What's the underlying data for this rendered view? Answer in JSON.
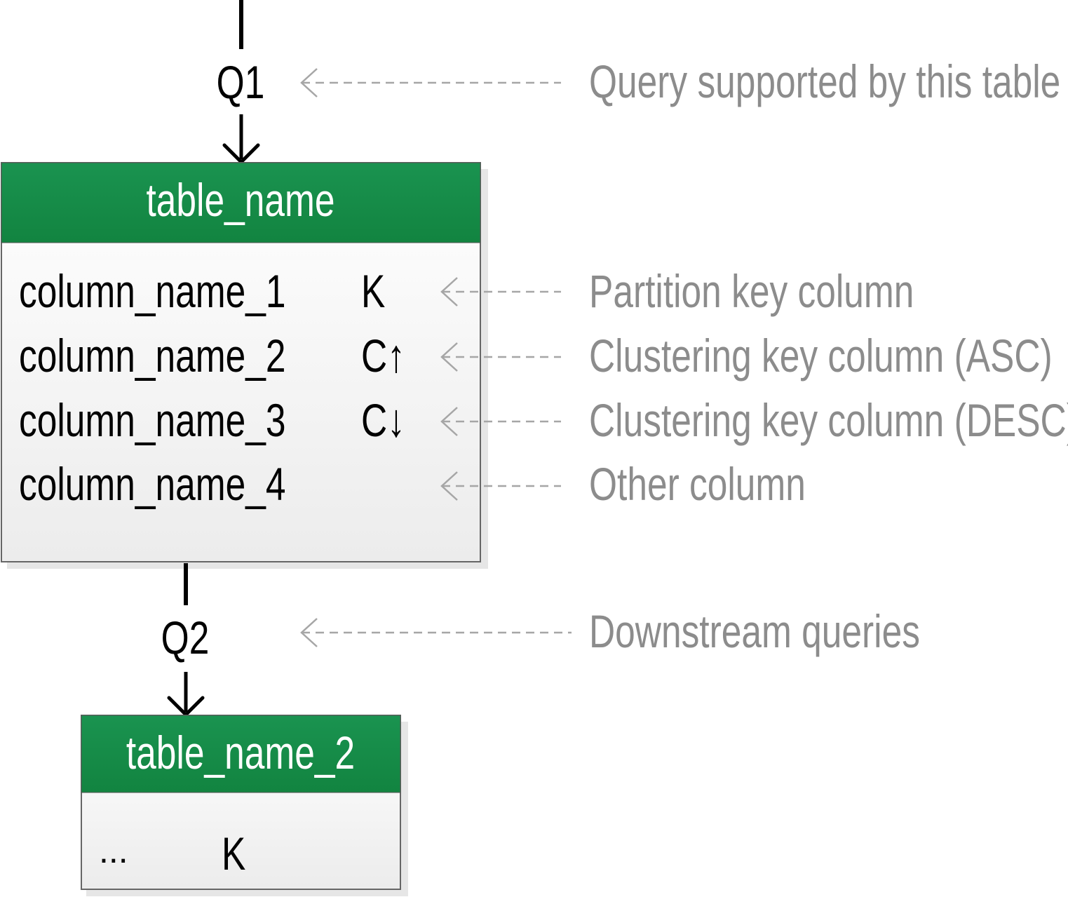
{
  "queries": {
    "q1": "Q1",
    "q2": "Q2"
  },
  "table1": {
    "title": "table_name",
    "rows": [
      {
        "name": "column_name_1",
        "key": "K"
      },
      {
        "name": "column_name_2",
        "key": "C↑"
      },
      {
        "name": "column_name_3",
        "key": "C↓"
      },
      {
        "name": "column_name_4",
        "key": ""
      }
    ]
  },
  "table2": {
    "title": "table_name_2",
    "rows": [
      {
        "name": "...",
        "key": "K"
      }
    ]
  },
  "annotations": {
    "query_supported": "Query supported by this table",
    "partition_key": "Partition key column",
    "clustering_asc": "Clustering key column (ASC)",
    "clustering_desc": "Clustering key column (DESC)",
    "other_column": "Other column",
    "downstream": "Downstream queries"
  },
  "colors": {
    "header_green": "#168a47",
    "annotation_gray": "#8c8c8c",
    "arrow_gray": "#a6a6a6"
  }
}
